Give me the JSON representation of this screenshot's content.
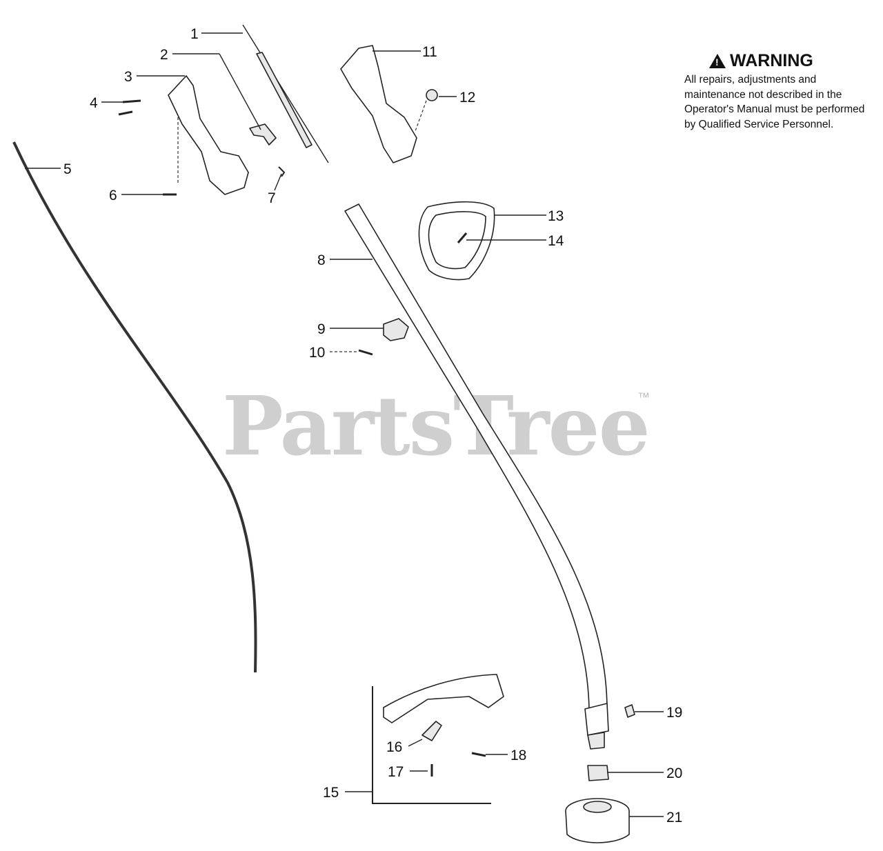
{
  "warning": {
    "title": "WARNING",
    "text": "All repairs, adjustments and maintenance not described in the Operator's Manual must be performed by Qualified Service Personnel."
  },
  "watermark": {
    "text": "PartsTree",
    "tm": "™"
  },
  "callouts": [
    "1",
    "2",
    "3",
    "4",
    "5",
    "6",
    "7",
    "8",
    "9",
    "10",
    "11",
    "12",
    "13",
    "14",
    "15",
    "16",
    "17",
    "18",
    "19",
    "20",
    "21"
  ]
}
